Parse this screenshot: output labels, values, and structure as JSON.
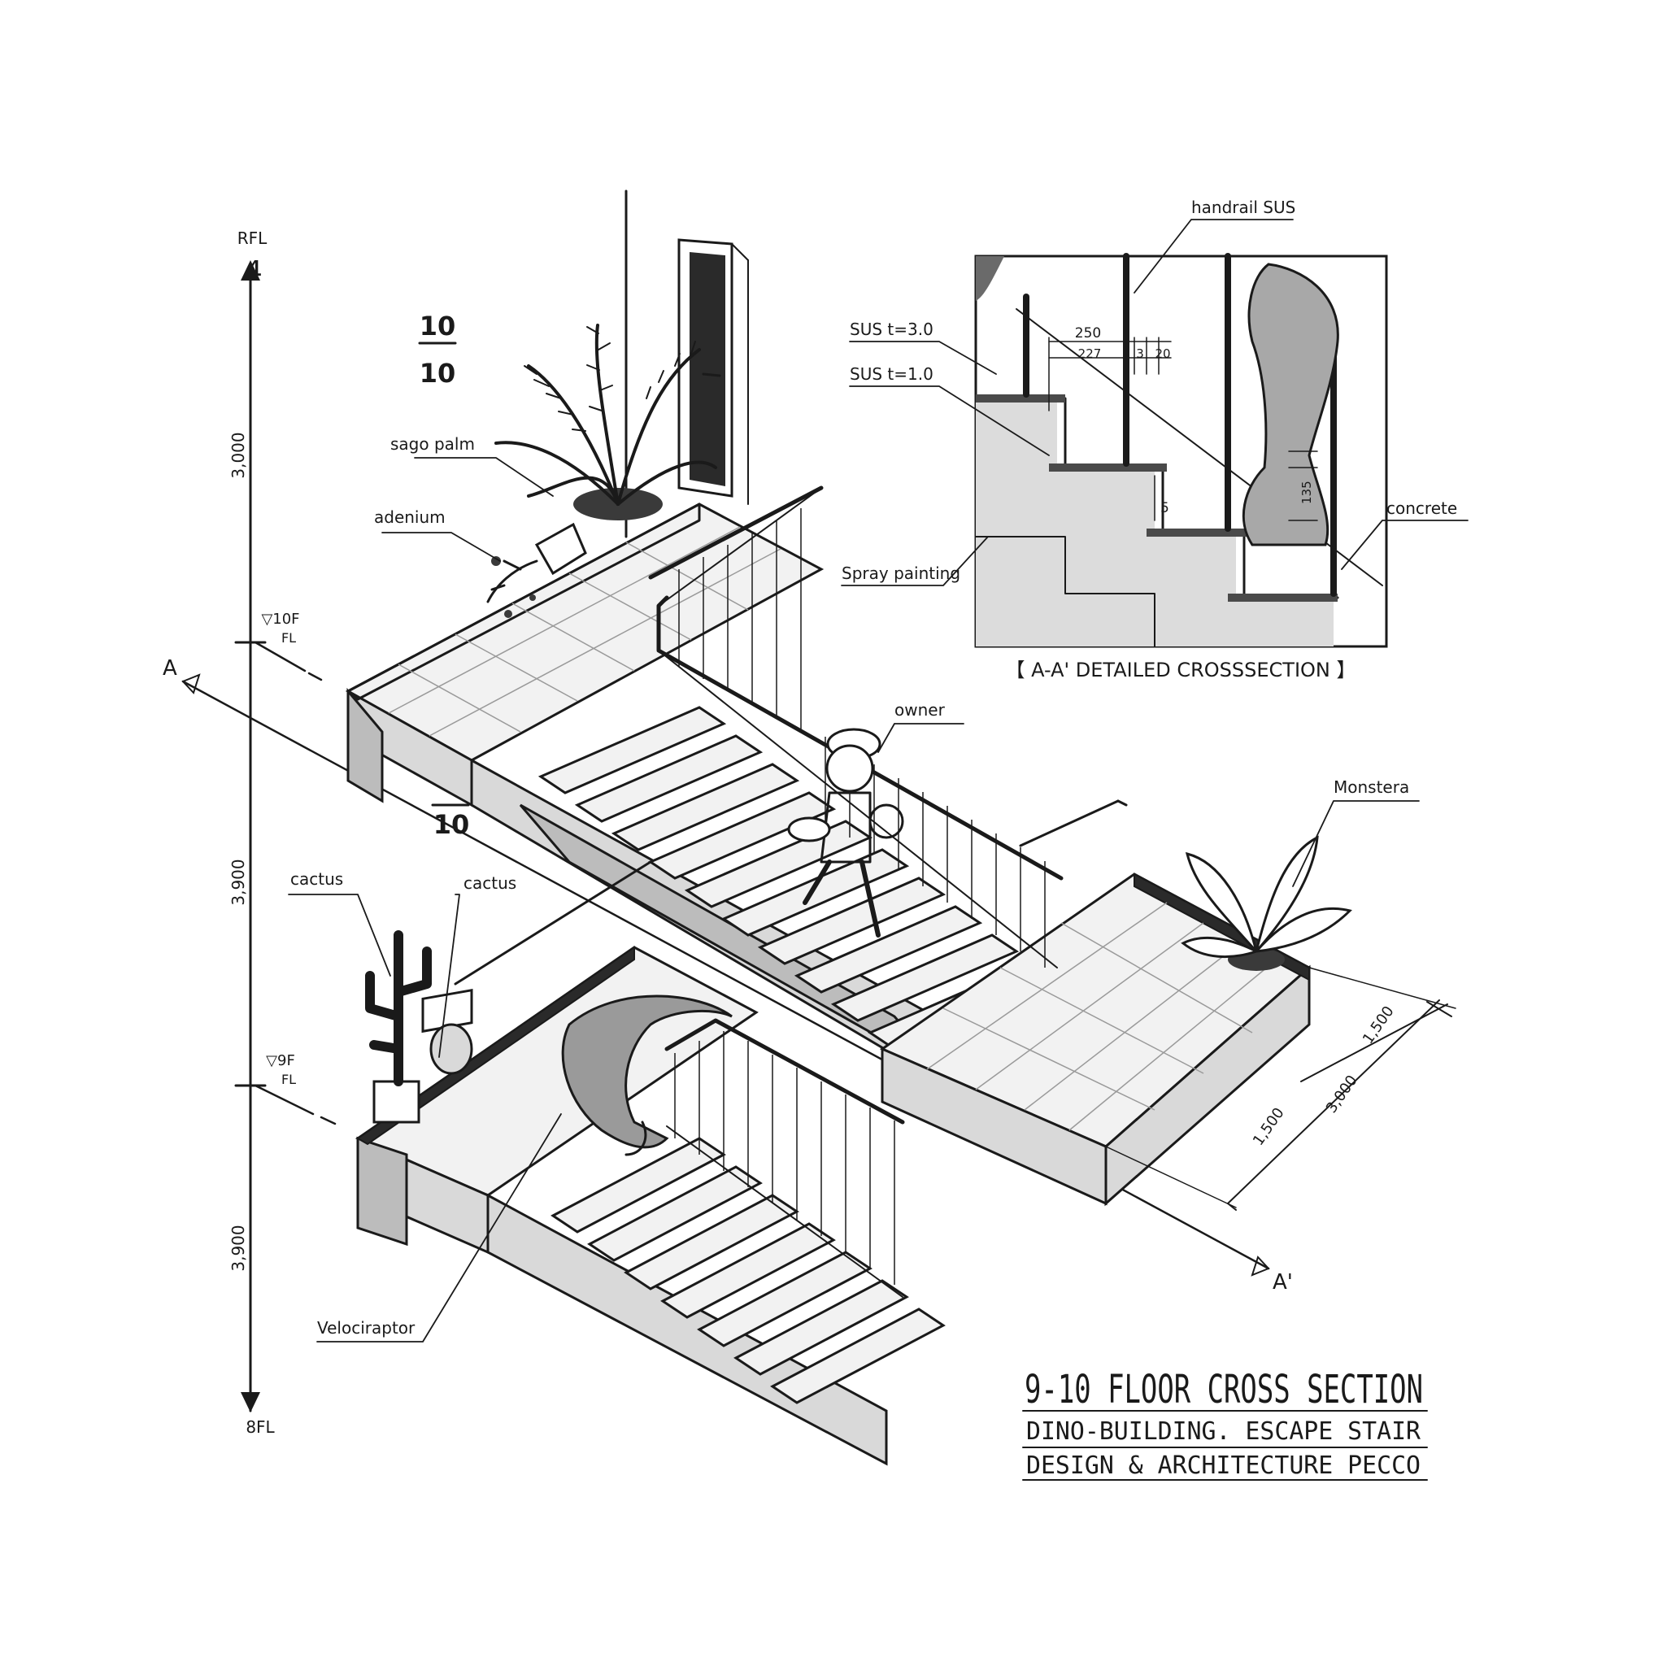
{
  "levels": {
    "top": "RFL",
    "mid": "10F FL",
    "mid_line2": "FL",
    "lower": "9F FL",
    "lower_line2": "FL",
    "bottom": "8FL",
    "top_number": "4",
    "mid_symbol": "▽10F",
    "lower_symbol": "▽9F"
  },
  "dimensions": {
    "upper": "3,000",
    "middle": "3,900",
    "lower": "3,900",
    "landing_a": "1,500",
    "landing_b": "3,000",
    "landing_c": "1,500"
  },
  "floor_fraction": {
    "top_num": "10",
    "top_den": "10",
    "mid_den": "10"
  },
  "section_markers": {
    "a": "A",
    "a_prime": "A'"
  },
  "labels": {
    "sago_palm": "sago palm",
    "adenium": "adenium",
    "owner": "owner",
    "monstera": "Monstera",
    "cactus_1": "cactus",
    "cactus_2": "cactus",
    "velociraptor": "Velociraptor"
  },
  "detail": {
    "title": "【 A-A' DETAILED CROSSSECTION 】",
    "handrail": "handrail SUS",
    "sus_30": "SUS t=3.0",
    "sus_10": "SUS t=1.0",
    "spray": "Spray painting",
    "concrete": "concrete",
    "dim_250": "250",
    "dim_227": "227",
    "dim_3": "3",
    "dim_20": "20",
    "dim_5": "5",
    "dim_135": "135"
  },
  "title_block": {
    "line1": "9-10 FLOOR CROSS SECTION",
    "line2": "DINO-BUILDING. ESCAPE STAIR",
    "line3": "DESIGN & ARCHITECTURE PECCO"
  }
}
